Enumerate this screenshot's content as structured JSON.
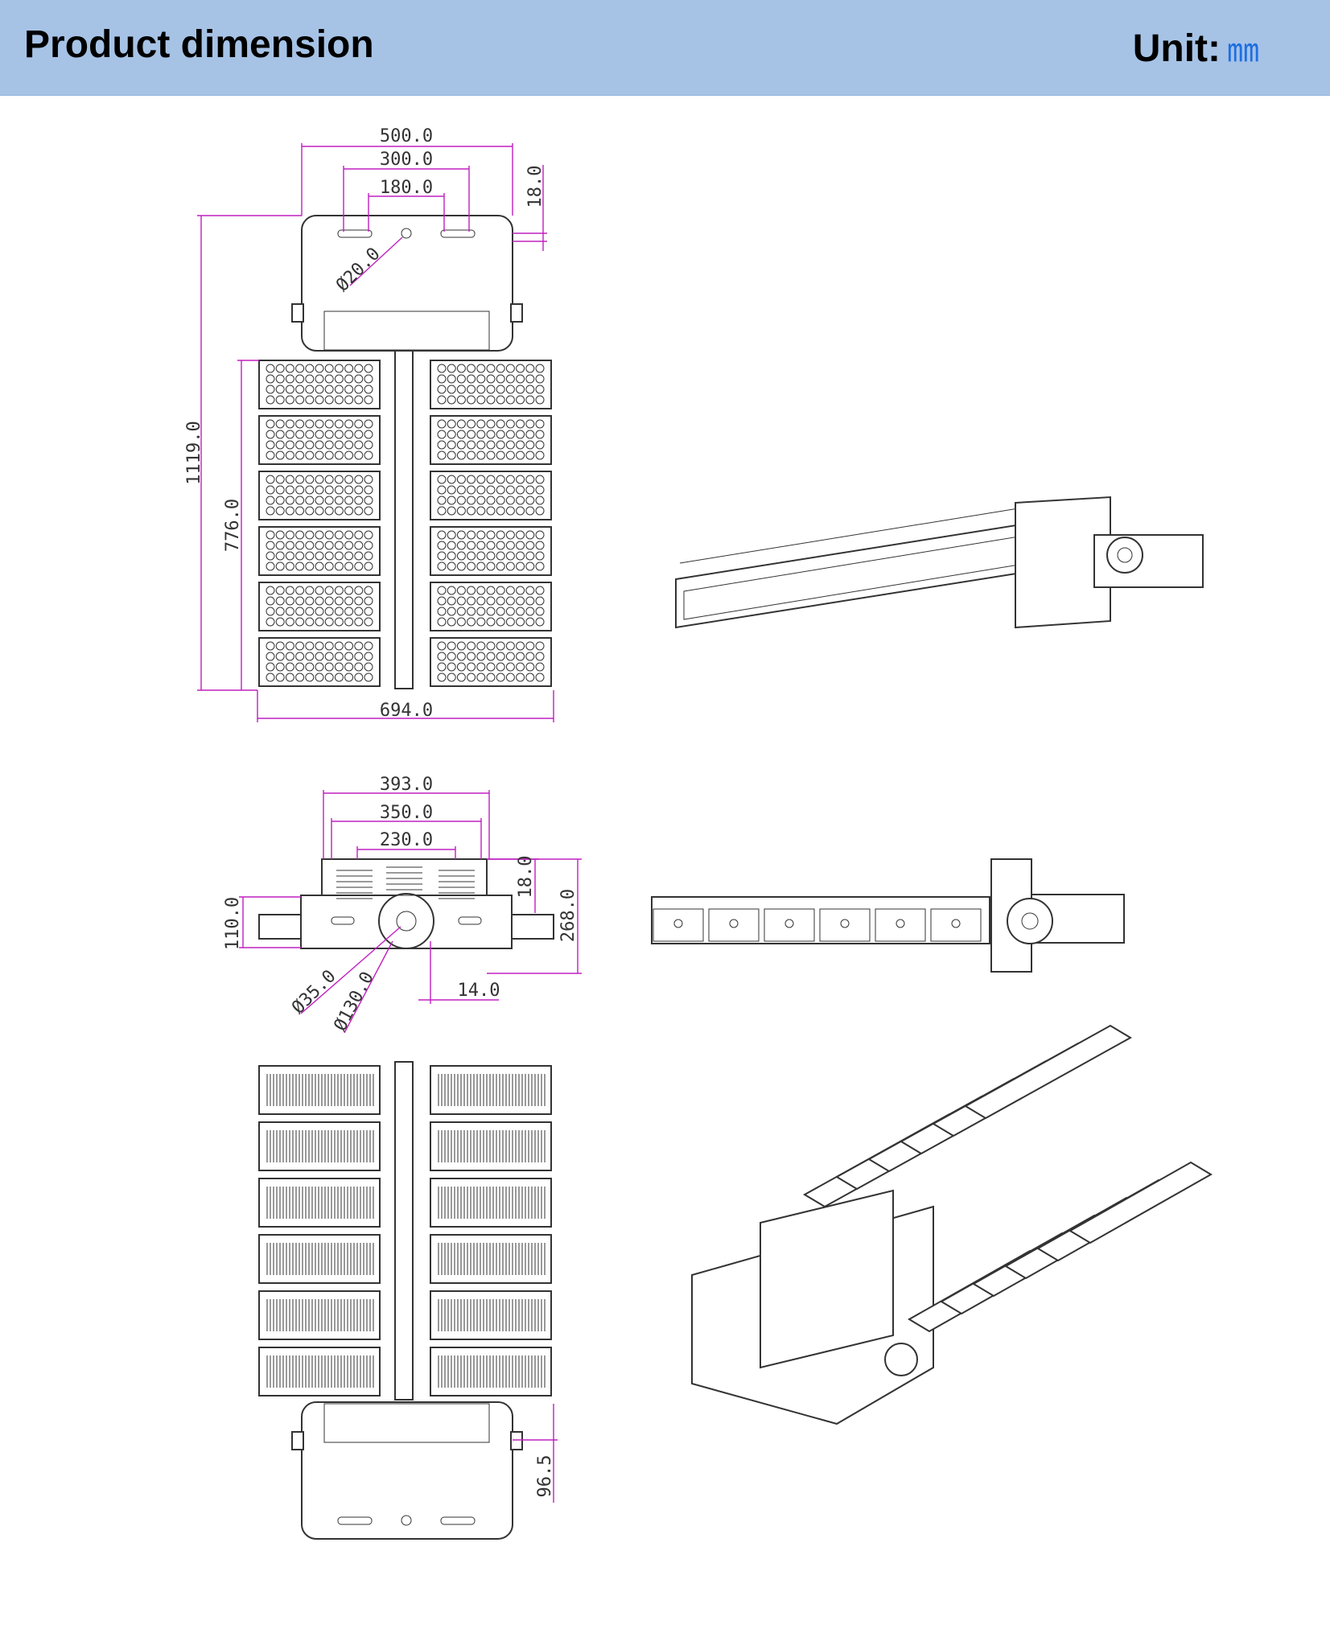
{
  "header": {
    "title": "Product dimension",
    "unit_label": "Unit:",
    "unit_value": "㎜"
  },
  "top_view": {
    "dim_500": "500.0",
    "dim_300": "300.0",
    "dim_180": "180.0",
    "dim_18": "18.0",
    "dim_d20": "Ø20.0",
    "dim_1119": "1119.0",
    "dim_776": "776.0",
    "dim_694": "694.0"
  },
  "side_view": {
    "dim_393": "393.0",
    "dim_350": "350.0",
    "dim_230": "230.0",
    "dim_18": "18.0",
    "dim_110": "110.0",
    "dim_268": "268.0",
    "dim_d35": "Ø35.0",
    "dim_d130": "Ø130.0",
    "dim_14": "14.0"
  },
  "bottom_view": {
    "dim_96_5": "96.5"
  },
  "colors": {
    "banner": "#a6c3e6",
    "dimension_line": "#c020c0",
    "unit_value": "#1f6fe0",
    "line_art": "#333333"
  }
}
